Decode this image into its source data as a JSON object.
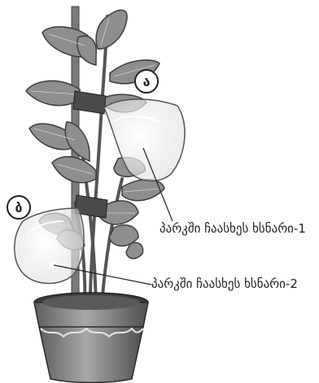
{
  "markers": {
    "top": "ა",
    "bottom": "ბ"
  },
  "callouts": {
    "bag1": "პარკში ჩაასხეს ხსნარი-1",
    "bag2": "პარკში ჩაასხეს ხსნარი-2"
  }
}
